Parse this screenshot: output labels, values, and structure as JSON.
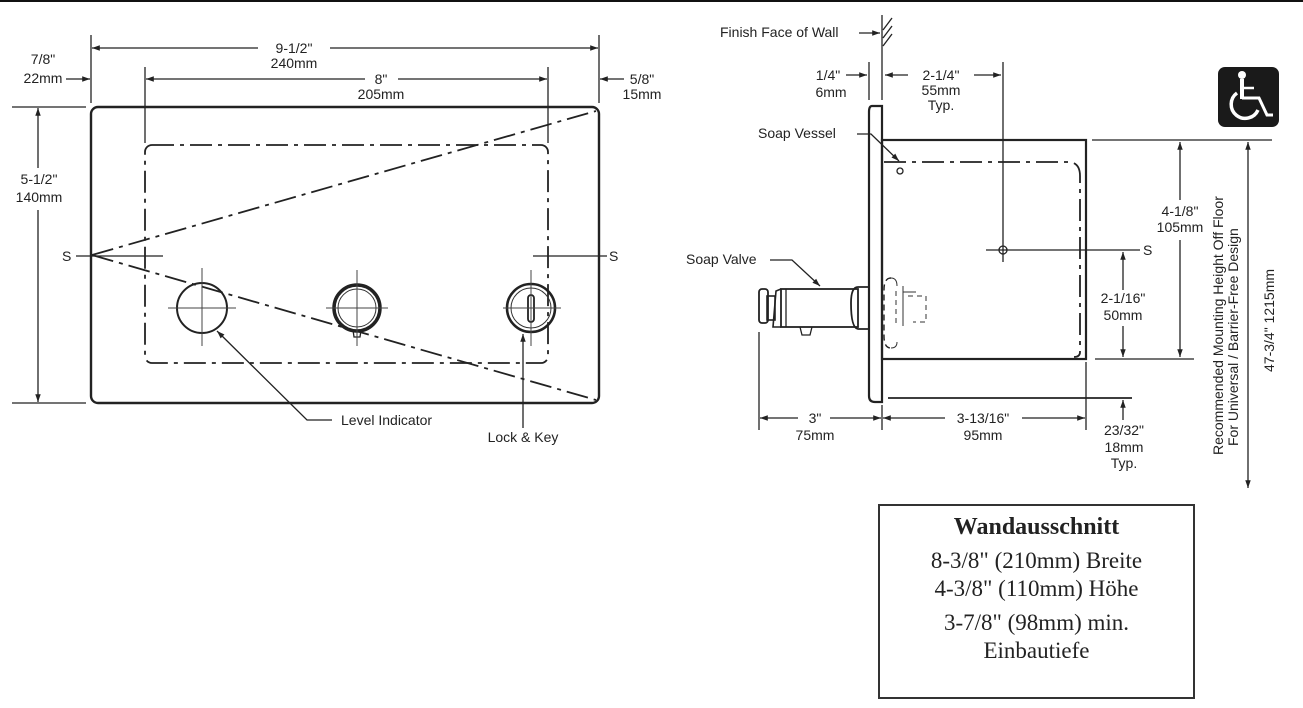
{
  "front_view": {
    "dim_overall_width": {
      "imperial": "9-1/2\"",
      "metric": "240mm"
    },
    "dim_inner_width": {
      "imperial": "8\"",
      "metric": "205mm"
    },
    "dim_left_offset": {
      "imperial": "7/8\"",
      "metric": "22mm"
    },
    "dim_right_offset": {
      "imperial": "5/8\"",
      "metric": "15mm"
    },
    "dim_height": {
      "imperial": "5-1/2\"",
      "metric": "140mm"
    },
    "section_marker_left": "S",
    "section_marker_right": "S",
    "callout_level_indicator": "Level Indicator",
    "callout_lock_key": "Lock & Key"
  },
  "side_view": {
    "callout_finish_face": "Finish Face of Wall",
    "callout_soap_vessel": "Soap Vessel",
    "callout_soap_valve": "Soap Valve",
    "dim_flange": {
      "imperial": "1/4\"",
      "metric": "6mm"
    },
    "dim_center_depth": {
      "imperial": "2-1/4\"",
      "metric": "55mm",
      "note": "Typ."
    },
    "dim_body_height": {
      "imperial": "4-1/8\"",
      "metric": "105mm"
    },
    "dim_center_from_bottom": {
      "imperial": "2-1/16\"",
      "metric": "50mm"
    },
    "dim_valve_projection": {
      "imperial": "3\"",
      "metric": "75mm"
    },
    "dim_depth": {
      "imperial": "3-13/16\"",
      "metric": "95mm"
    },
    "dim_bottom_flange": {
      "imperial": "23/32\"",
      "metric": "18mm",
      "note": "Typ."
    },
    "section_marker": "S",
    "mounting_height_label_1": "Recommended Mounting Height Off Floor",
    "mounting_height_label_2": "For Universal / Barrier-Free Design",
    "mounting_height_value": "47-3/4\"   1215mm",
    "accessibility_icon": "wheelchair-icon"
  },
  "spec_box": {
    "title": "Wandausschnitt",
    "line1": "8-3/8\" (210mm) Breite",
    "line2": "4-3/8\" (110mm) Höhe",
    "line3": "3-7/8\" (98mm) min.",
    "line4": "Einbautiefe"
  }
}
